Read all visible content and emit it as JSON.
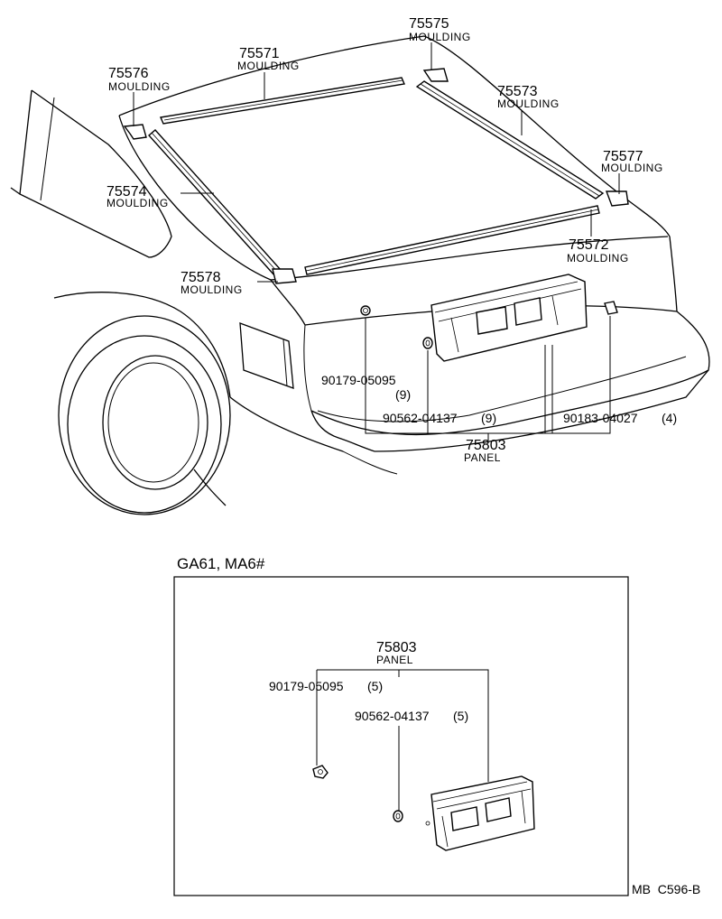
{
  "callouts": [
    {
      "id": "75571",
      "num": "75571",
      "name": "MOULDING"
    },
    {
      "id": "75575",
      "num": "75575",
      "name": "MOULDING"
    },
    {
      "id": "75576",
      "num": "75576",
      "name": "MOULDING"
    },
    {
      "id": "75573",
      "num": "75573",
      "name": "MOULDING"
    },
    {
      "id": "75577",
      "num": "75577",
      "name": "MOULDING"
    },
    {
      "id": "75574",
      "num": "75574",
      "name": "MOULDING"
    },
    {
      "id": "75572",
      "num": "75572",
      "name": "MOULDING"
    },
    {
      "id": "75578",
      "num": "75578",
      "name": "MOULDING"
    }
  ],
  "main_parts": {
    "bolt_90179": {
      "num": "90179-05095",
      "qty": "(9)"
    },
    "washer_90562": {
      "num": "90562-04137",
      "qty": "(9)"
    },
    "clip_90183": {
      "num": "90183-04027",
      "qty": "(4)"
    },
    "panel": {
      "num": "75803",
      "name": "PANEL"
    }
  },
  "inset": {
    "title": "GA61, MA6#",
    "panel": {
      "num": "75803",
      "name": "PANEL"
    },
    "bolt": {
      "num": "90179-05095",
      "qty": "(5)"
    },
    "washer": {
      "num": "90562-04137",
      "qty": "(5)"
    }
  },
  "footer_code": "MB  C596-B"
}
